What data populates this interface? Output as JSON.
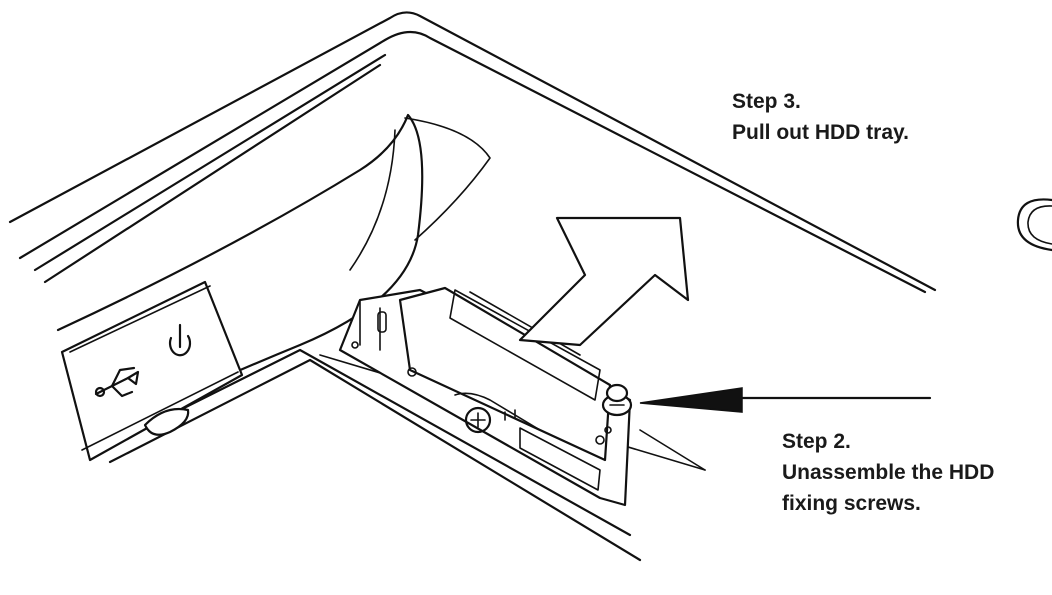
{
  "steps": [
    {
      "title": "Step 3.",
      "lines": [
        "Pull out HDD tray."
      ]
    },
    {
      "title": "Step 2.",
      "lines": [
        "Unassemble the HDD",
        "fixing screws."
      ]
    }
  ],
  "icons": [
    "usb-icon",
    "power-icon",
    "screw-icon",
    "arrow-pull-out-icon",
    "arrow-pointer-icon"
  ],
  "colors": {
    "ink": "#111111",
    "background": "#ffffff"
  }
}
